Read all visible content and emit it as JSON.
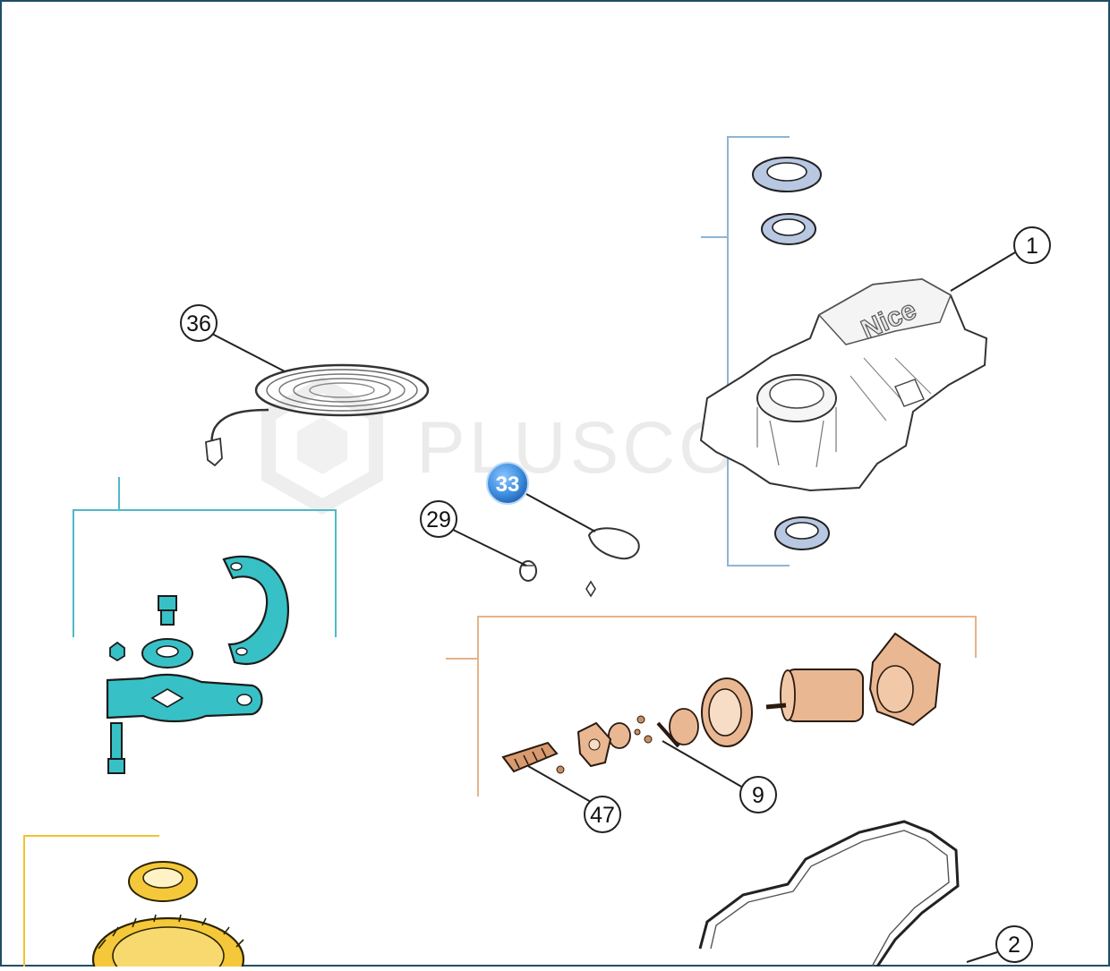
{
  "diagram": {
    "watermark": "PLUSCO",
    "brand_mark": "Nice",
    "callouts": [
      {
        "id": "1",
        "label": "1",
        "selected": false
      },
      {
        "id": "2",
        "label": "2",
        "selected": false
      },
      {
        "id": "9",
        "label": "9",
        "selected": false
      },
      {
        "id": "29",
        "label": "29",
        "selected": false
      },
      {
        "id": "33",
        "label": "33",
        "selected": true
      },
      {
        "id": "36",
        "label": "36",
        "selected": false
      },
      {
        "id": "47",
        "label": "47",
        "selected": false
      }
    ]
  },
  "colors": {
    "frame": "#1f4e66",
    "bracket_blue": "#8fb4d4",
    "bracket_cyan": "#4fb9c8",
    "bracket_orange": "#e4b48a",
    "bracket_yellow": "#f1c232",
    "part_blue": "#b8c8e2",
    "part_cyan": "#37c1c6",
    "part_copper": "#e9b893",
    "part_yellow": "#f4c83a",
    "selected_badge": "#3f8fe0"
  }
}
